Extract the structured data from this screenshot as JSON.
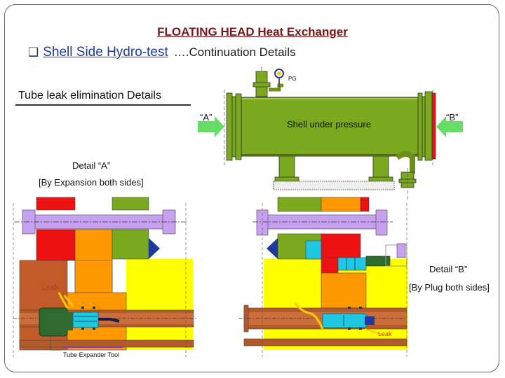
{
  "header": {
    "title": "FLOATING HEAD Heat Exchanger",
    "subtitle_main": "Shell Side Hydro-test",
    "subtitle_tail": "….Continuation Details"
  },
  "section": {
    "heading": "Tube leak elimination Details"
  },
  "exchanger": {
    "gauge_label": "PG",
    "shell_label": "Shell under pressure",
    "label_a": "“A”",
    "label_b": "“B”"
  },
  "detail_a": {
    "title": "Detail “A”",
    "method": "[By Expansion both sides]",
    "leak_label": "Leak",
    "tool_label": "Tube Expander Tool"
  },
  "detail_b": {
    "title": "Detail “B”",
    "method": "[By Plug both sides]",
    "leak_label": "Leak"
  },
  "colors": {
    "shell_green": "#7aa81e",
    "arrow_green": "#66dd66",
    "bolt_purple": "#c7a0f0",
    "flange_red": "#ee1111",
    "tubesheet_orange": "#ff9900",
    "yellow": "#ffff00",
    "tube_brown": "#b35a2d",
    "plug_cyan": "#1ec8e0"
  }
}
